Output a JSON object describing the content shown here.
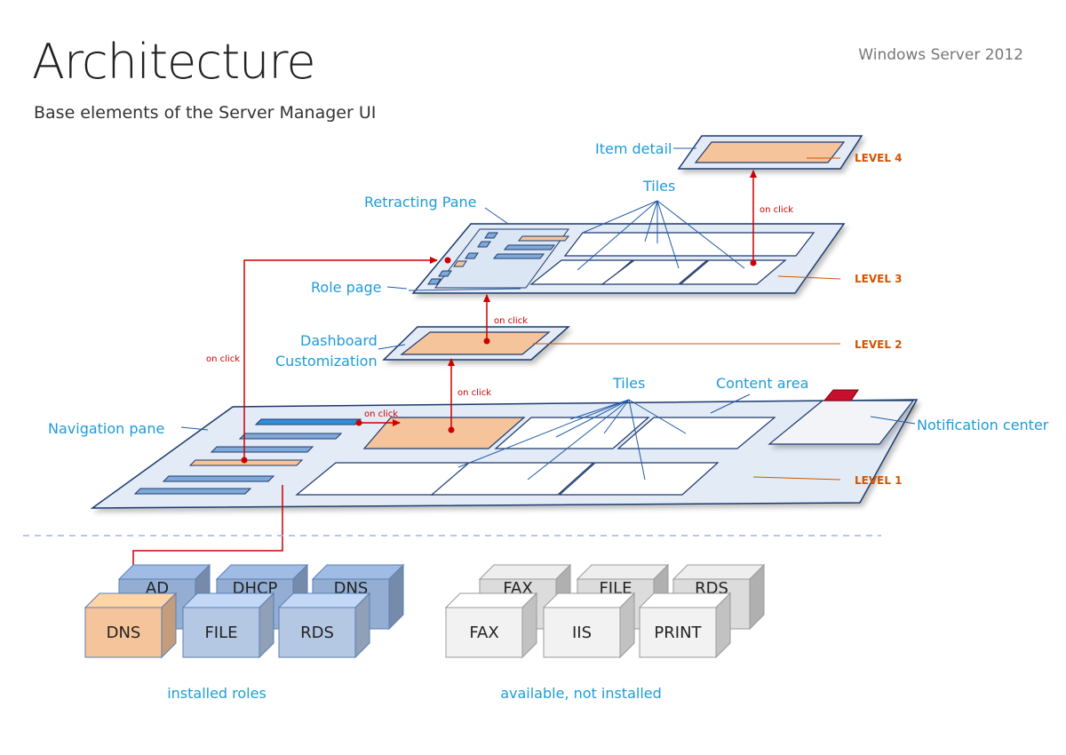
{
  "header": {
    "title": "Architecture",
    "subtitle": "Base elements of the Server Manager UI",
    "brand": "Windows Server 2012"
  },
  "labels": {
    "item_detail": "Item detail",
    "tiles_top": "Tiles",
    "retracting_pane": "Retracting Pane",
    "role_page": "Role page",
    "dashboard_line1": "Dashboard",
    "dashboard_line2": "Customization",
    "tiles_mid": "Tiles",
    "content_area": "Content area",
    "navigation_pane": "Navigation pane",
    "notification_center": "Notification center"
  },
  "levels": {
    "level4": "LEVEL 4",
    "level3": "LEVEL 3",
    "level2": "LEVEL 2",
    "level1": "LEVEL 1"
  },
  "on_click": {
    "a": "on click",
    "b": "on click",
    "c": "on click",
    "d": "on click",
    "e": "on click"
  },
  "installed_roles": {
    "caption": "installed roles",
    "back": [
      "AD",
      "DHCP",
      "DNS"
    ],
    "front": [
      "DNS",
      "FILE",
      "RDS"
    ]
  },
  "available_roles": {
    "caption": "available, not installed",
    "back": [
      "FAX",
      "FILE",
      "RDS"
    ],
    "front": [
      "FAX",
      "IIS",
      "PRINT"
    ]
  },
  "colors": {
    "accent_blue": "#1f9bd7",
    "level_orange": "#d35400",
    "click_red": "#cc0000",
    "layer_fill": "#e3ebf6",
    "layer_stroke": "#1f3a6e",
    "highlight": "#f6c49a",
    "installed_box": "#b4c8e4",
    "installed_box_back": "#94aed3",
    "available_box": "#f2f2f2",
    "available_box_back": "#dcdcdc"
  }
}
